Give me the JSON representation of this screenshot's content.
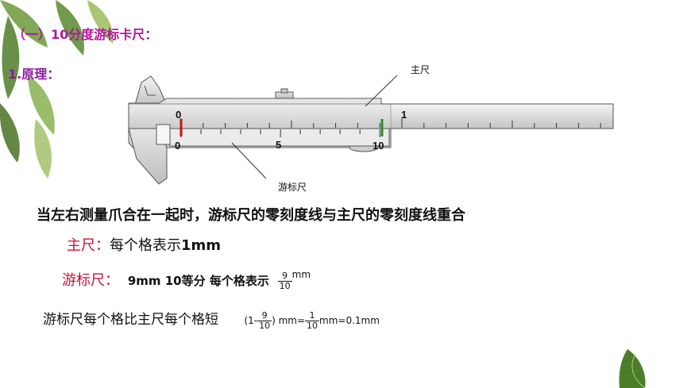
{
  "title": "（一）10分度游标卡尺：",
  "subtitle": "1.原理：",
  "diagram": {
    "main_scale_label": "主尺",
    "vernier_label": "游标尺",
    "main_scale_ticks": [
      "0",
      "1"
    ],
    "vernier_ticks": [
      "0",
      "5",
      "10"
    ]
  },
  "statement": "当左右测量爪合在一起时，游标尺的零刻度线与主尺的零刻度线重合",
  "main_scale_line": {
    "label": "主尺：",
    "text": "每个格表示",
    "value": "1mm"
  },
  "vernier_line": {
    "label": "游标尺：",
    "spec": "9mm  10等分  每个格表示",
    "frac_num": "9",
    "frac_den": "10",
    "unit": "mm"
  },
  "difference_line": {
    "text": "游标尺每个格比主尺每个格短",
    "open": "(1-",
    "frac1_num": "9",
    "frac1_den": "10",
    "mid": ") mm=",
    "frac2_num": "1",
    "frac2_den": "10",
    "result": "mm=0.1mm"
  },
  "colors": {
    "title": "#b0189a",
    "accent_red": "#c0153a",
    "main_zero_mark": "#cc1111",
    "vernier_end_mark": "#2e8b2e"
  }
}
